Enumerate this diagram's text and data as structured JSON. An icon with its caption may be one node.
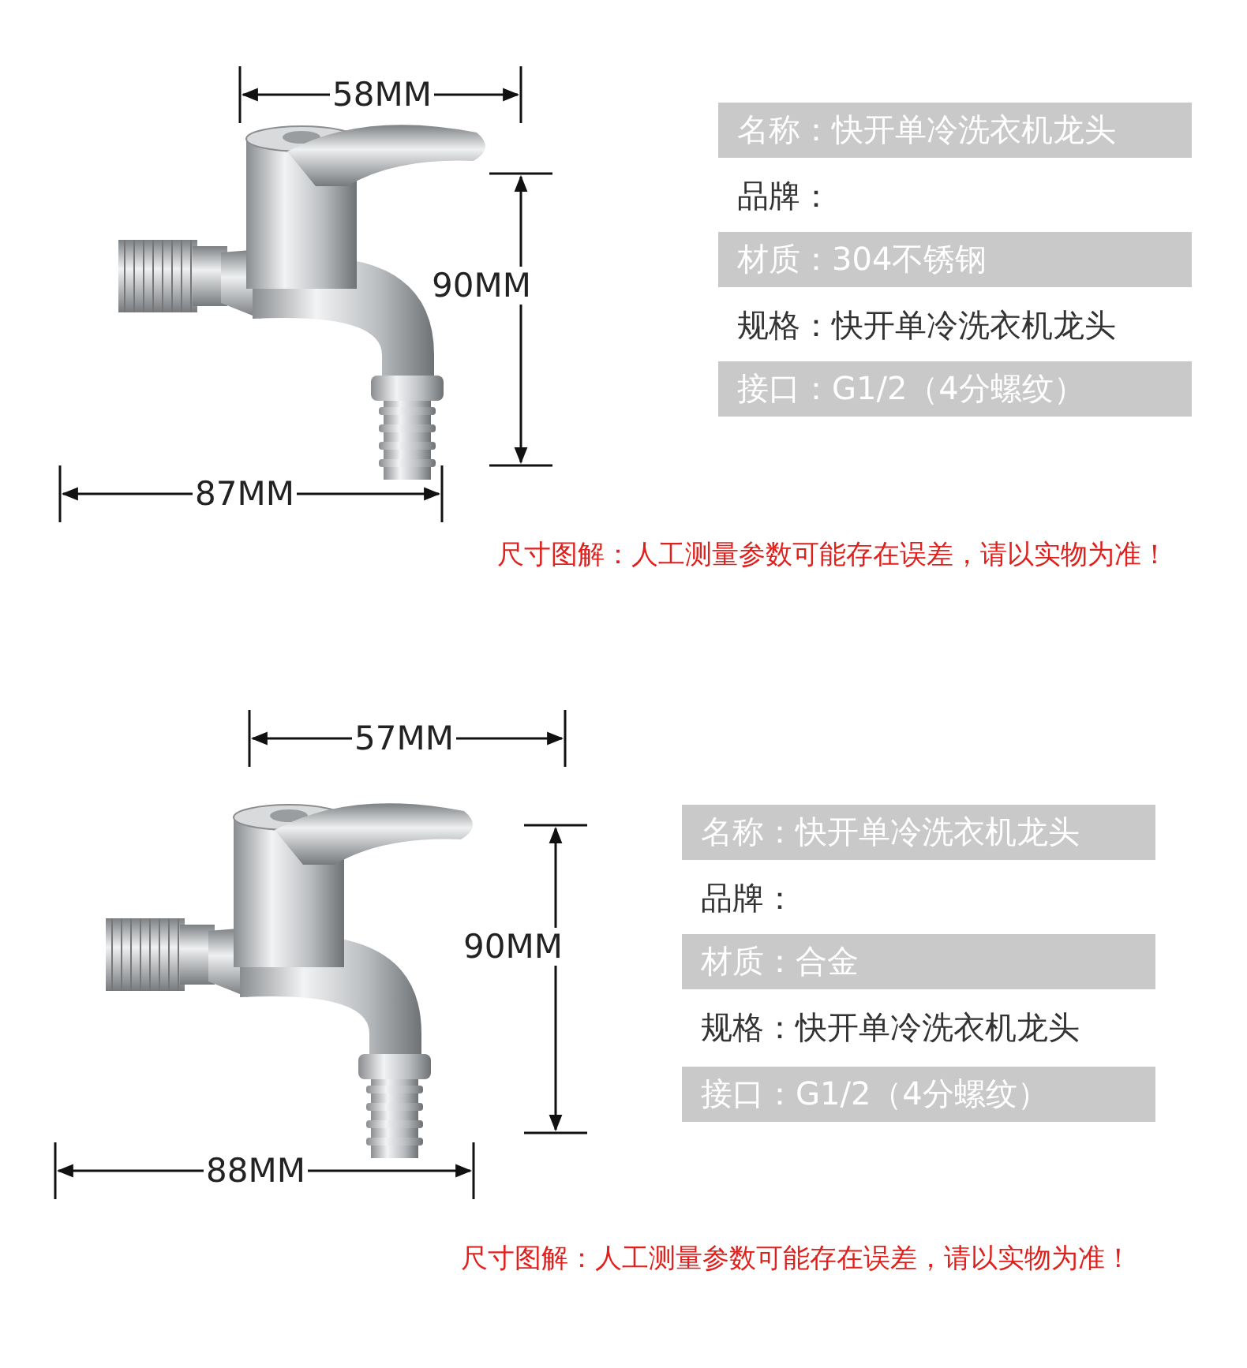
{
  "diagram": {
    "labels": [
      "58MM",
      "90MM",
      "87MM",
      "名称：快开单冷洗衣机龙头",
      "品牌：",
      "材质：304不锈钢",
      "规格：快开单冷洗衣机龙头",
      "接口：G1/2（4分螺纹）",
      "尺寸图解：人工测量参数可能存在误差，请以实物为准！",
      "57MM",
      "90MM",
      "88MM",
      "名称：快开单冷洗衣机龙头",
      "品牌：",
      "材质：合金",
      "规格：快开单冷洗衣机龙头",
      "接口：G1/2（4分螺纹）",
      "尺寸图解：人工测量参数可能存在误差，请以实物为准！"
    ]
  }
}
